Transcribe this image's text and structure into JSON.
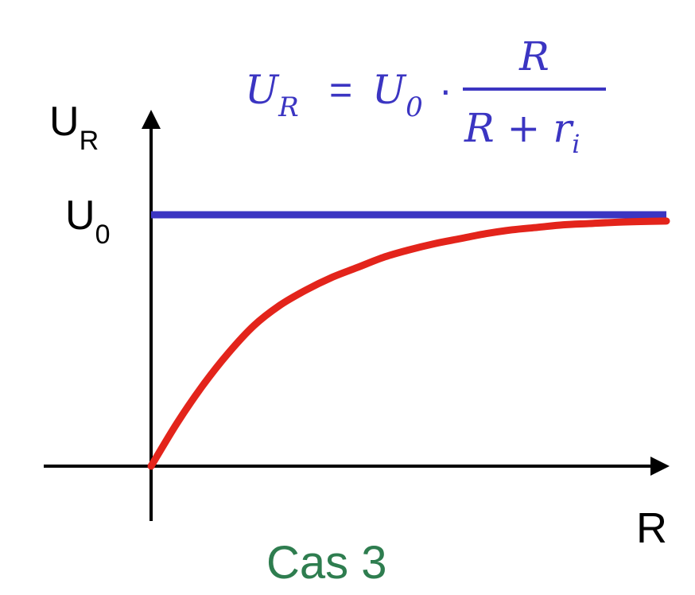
{
  "chart_data": {
    "type": "line",
    "xlabel": "R",
    "ylabel": {
      "main": "U",
      "sub": "R"
    },
    "ytick": {
      "main": "U",
      "sub": "0"
    },
    "caption": "Cas 3",
    "formula": {
      "lhs_main": "U",
      "lhs_sub": "R",
      "equals": "=",
      "rhs_main": "U",
      "rhs_sub": "0",
      "dot": "·",
      "numerator": "R",
      "den_a": "R + r",
      "den_sub": "i"
    },
    "xlim": [
      0,
      10
    ],
    "ylim": [
      0,
      1
    ],
    "series": [
      {
        "kind": "constant",
        "y": 1,
        "color": "#3b35c2"
      },
      {
        "kind": "curve",
        "color": "#e3241b",
        "x": [
          0,
          0.5,
          1,
          1.5,
          2,
          2.5,
          3,
          3.5,
          4,
          4.5,
          5,
          5.5,
          6,
          6.5,
          7,
          7.5,
          8,
          8.5,
          9,
          9.5,
          10
        ],
        "y": [
          0.0,
          0.17,
          0.32,
          0.45,
          0.56,
          0.64,
          0.7,
          0.75,
          0.79,
          0.83,
          0.86,
          0.885,
          0.905,
          0.925,
          0.94,
          0.95,
          0.96,
          0.965,
          0.97,
          0.973,
          0.975
        ]
      }
    ],
    "colors": {
      "axis": "#000000",
      "formula": "#3b35c2",
      "caption": "#2e7d4f"
    }
  }
}
